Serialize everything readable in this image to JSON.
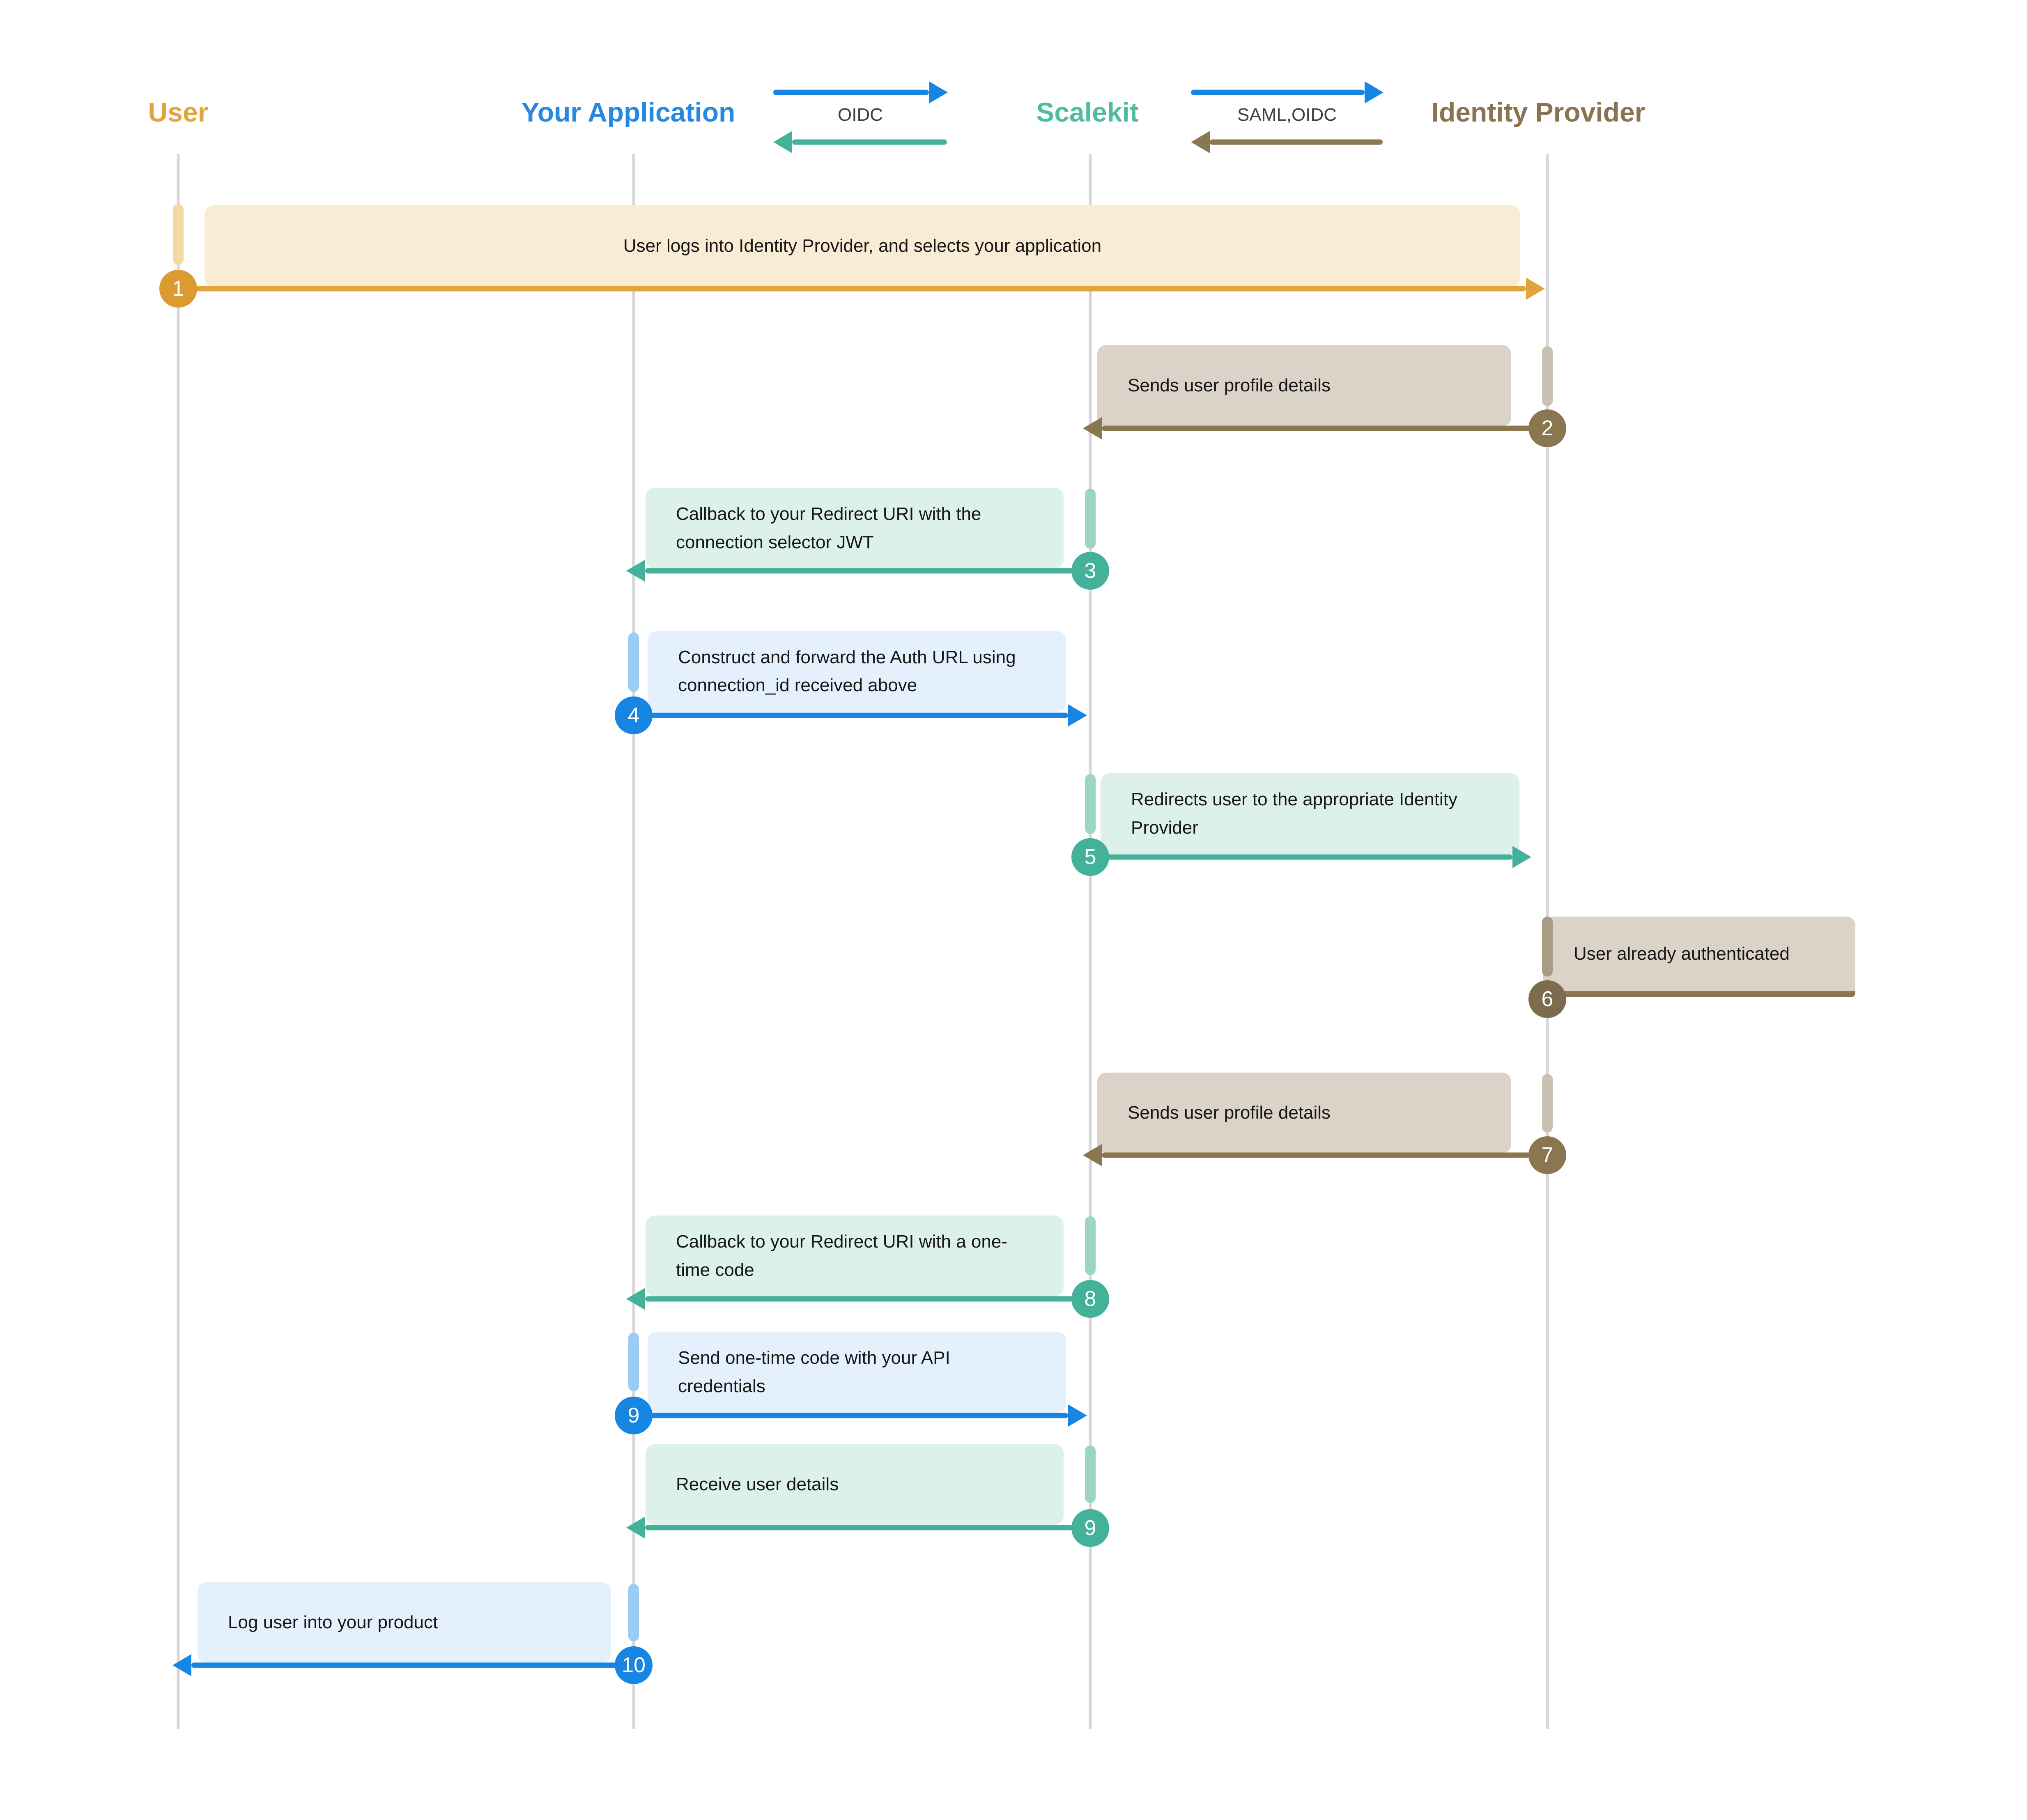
{
  "diagram": {
    "title_hint": "SSO login sequence diagram",
    "actors": [
      {
        "name": "User",
        "color": "#E3A43C"
      },
      {
        "name": "Your Application",
        "color": "#2788E4"
      },
      {
        "name": "Scalekit",
        "color": "#4FBCA2"
      },
      {
        "name": "Identity Provider",
        "color": "#8A7352"
      }
    ],
    "protocols": [
      {
        "label": "OIDC",
        "between": "Your Application ↔ Scalekit"
      },
      {
        "label": "SAML,OIDC",
        "between": "Scalekit ↔ Identity Provider"
      }
    ],
    "messages": [
      {
        "step": "1",
        "text": "User logs into Identity Provider, and selects your application",
        "from": "User",
        "to": "Identity Provider",
        "direction": "right",
        "theme": "orange"
      },
      {
        "step": "2",
        "text": "Sends user profile details",
        "from": "Identity Provider",
        "to": "Scalekit",
        "direction": "left",
        "theme": "brown"
      },
      {
        "step": "3",
        "text": "Callback to your Redirect URI with the connection selector JWT",
        "from": "Scalekit",
        "to": "Your Application",
        "direction": "left",
        "theme": "teal"
      },
      {
        "step": "4",
        "text": "Construct and forward the Auth URL using connection_id received above",
        "from": "Your Application",
        "to": "Scalekit",
        "direction": "right",
        "theme": "blue"
      },
      {
        "step": "5",
        "text": "Redirects user to the appropriate Identity Provider",
        "from": "Scalekit",
        "to": "Identity Provider",
        "direction": "right",
        "theme": "teal"
      },
      {
        "step": "6",
        "text": "User already authenticated",
        "from": "Identity Provider",
        "to": "Identity Provider",
        "direction": "self",
        "theme": "brown-dark"
      },
      {
        "step": "7",
        "text": "Sends user profile details",
        "from": "Identity Provider",
        "to": "Scalekit",
        "direction": "left",
        "theme": "brown"
      },
      {
        "step": "8",
        "text": "Callback to your Redirect URI with a one-time code",
        "from": "Scalekit",
        "to": "Your Application",
        "direction": "left",
        "theme": "teal"
      },
      {
        "step": "9",
        "text": "Send one-time code with your API credentials",
        "from": "Your Application",
        "to": "Scalekit",
        "direction": "right",
        "theme": "blue"
      },
      {
        "step": "9",
        "text": "Receive user details",
        "from": "Scalekit",
        "to": "Your Application",
        "direction": "left",
        "theme": "teal"
      },
      {
        "step": "10",
        "text": "Log user into your product",
        "from": "Your Application",
        "to": "User",
        "direction": "left",
        "theme": "blue"
      }
    ],
    "colors": {
      "arrow_orange": "#E2A33C",
      "badge_orange": "#DB9B31",
      "box_cream": "#FAEBD4",
      "act_orange": "#F4D9A2",
      "arrow_blue": "#1786E3",
      "badge_blue": "#1786E3",
      "box_blue": "#E4F0FB",
      "act_blue": "#9CCBF4",
      "arrow_teal": "#44B29A",
      "badge_teal": "#44B29A",
      "box_mint": "#DCF1E9",
      "act_teal": "#9BD5C5",
      "arrow_brown": "#8B774F",
      "badge_brown": "#8B774F",
      "badge_brown_dark": "#7D6B4D",
      "box_taupe": "#DCD3C8",
      "act_taupe": "#CBC1B2",
      "act_taupe_dark": "#A89C82",
      "lifeline_gray": "#D7D7D7"
    }
  }
}
